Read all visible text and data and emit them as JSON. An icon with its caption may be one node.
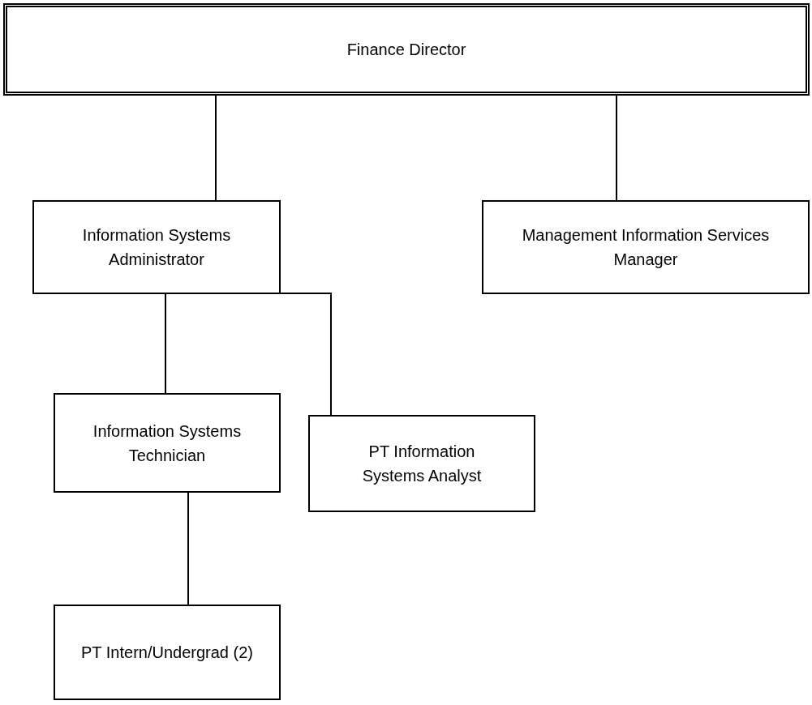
{
  "diagram": {
    "nodes": [
      {
        "text": [
          "Finance Director"
        ]
      },
      {
        "text": [
          "Information Systems Administrator"
        ]
      },
      {
        "text": [
          "Management Information Services Manager"
        ]
      },
      {
        "text": [
          "Information Systems Technician"
        ]
      },
      {
        "text": [
          "PT Information Systems Analyst"
        ]
      },
      {
        "text": [
          "PT Intern/Undergrad (2)"
        ]
      }
    ],
    "edges": [
      {
        "from": 0,
        "to": 1,
        "arrow": "none"
      },
      {
        "from": 0,
        "to": 2,
        "arrow": "none"
      },
      {
        "from": 1,
        "to": 3,
        "arrow": "none"
      },
      {
        "from": 1,
        "to": 4,
        "arrow": "none"
      },
      {
        "from": 3,
        "to": 5,
        "arrow": "none"
      }
    ]
  }
}
